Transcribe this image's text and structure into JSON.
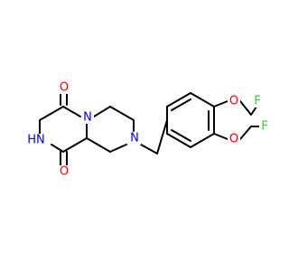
{
  "structure": {
    "atoms": {
      "o_top": {
        "symbol": "O",
        "color": "#ff0000"
      },
      "o_bottom": {
        "symbol": "O",
        "color": "#ff0000"
      },
      "nh": {
        "symbol": "HN",
        "color": "#0000ff"
      },
      "n_bridge": {
        "symbol": "N",
        "color": "#0000ff"
      },
      "n_ring": {
        "symbol": "N",
        "color": "#0000ff"
      },
      "o_dioxole_top": {
        "symbol": "O",
        "color": "#ff0000"
      },
      "o_dioxole_bottom": {
        "symbol": "O",
        "color": "#ff0000"
      },
      "f_top": {
        "symbol": "F",
        "color": "#33cc33"
      },
      "f_right": {
        "symbol": "F",
        "color": "#33cc33"
      }
    },
    "bond_color": "#000000"
  }
}
